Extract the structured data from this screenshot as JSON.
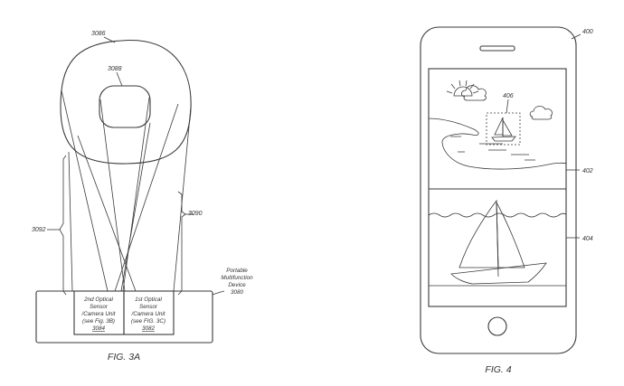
{
  "fig3a": {
    "caption": "FIG. 3A",
    "label_outer": "3086",
    "label_inner": "3088",
    "label_left_bracket": "3092",
    "label_right_bracket": "3090",
    "device_lines": [
      "Portable",
      "Multifunction",
      "Device",
      "3080"
    ],
    "sensor2": {
      "line1": "2nd Optical",
      "line2": "Sensor",
      "line3": "/Camera Unit",
      "line4": "(see Fig. 3B)",
      "ref": "3084"
    },
    "sensor1": {
      "line1": "1st Optical",
      "line2": "Sensor",
      "line3": "/Camera Unit",
      "line4": "(see FIG. 3C)",
      "ref": "3082"
    }
  },
  "fig4": {
    "caption": "FIG. 4",
    "label_phone": "400",
    "label_box": "406",
    "label_top_view": "402",
    "label_bottom_view": "404"
  }
}
